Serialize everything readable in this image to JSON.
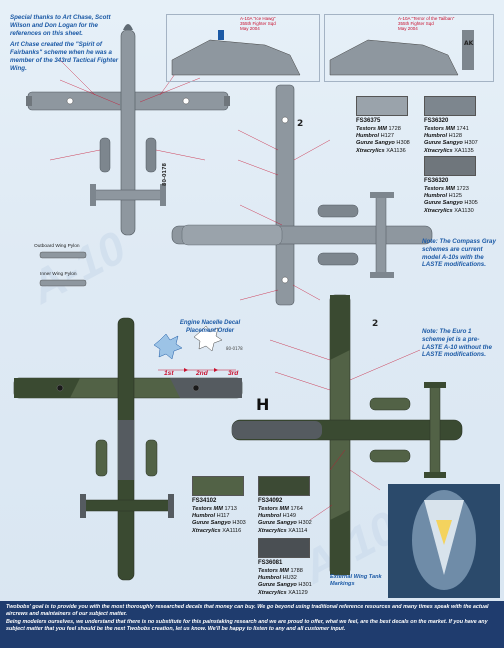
{
  "colors": {
    "compass_gray_light": "#8e979f",
    "compass_gray_dark": "#606b74",
    "euro1_green_dark": "#3a4a31",
    "euro1_green_mid": "#526246",
    "euro1_gray": "#555b60",
    "footer_bg": "#1f3c6e",
    "note_blue": "#1c5aa6",
    "callout_red": "#c8102e"
  },
  "intro": {
    "thanks": "Special thanks to Art Chase, Scott Wilson and Don Logan for the references on this sheet.",
    "spirit": "Art Chase created the \"Spirit of Fairbanks\" scheme when he was a member of the 343rd Tactical Fighter Wing."
  },
  "insets": [
    {
      "title": "A-10A \"Ice Hawg\"",
      "unit": "355th Fighter Sqd",
      "date": "May 2004"
    },
    {
      "title": "A-10A \"Terror of the Tailban\"",
      "unit": "355th Fighter Sqd",
      "date": "May 2004"
    }
  ],
  "swatches_top": [
    {
      "fs": "FS36375",
      "chip": "#9aa3ab",
      "testors": "1728",
      "humbrol": "H127",
      "gunze": "H308",
      "xtracrylics": "XA1136"
    },
    {
      "fs": "FS36320",
      "chip": "#7d868e",
      "testors": "1741",
      "humbrol": "H128",
      "gunze": "H307",
      "xtracrylics": "XA1135"
    },
    {
      "fs": "FS36320",
      "chip": "#6f767c",
      "testors": "1723",
      "humbrol": "H125",
      "gunze": "H305",
      "xtracrylics": "XA1130"
    }
  ],
  "swatches_bottom": [
    {
      "fs": "FS34102",
      "chip": "#526246",
      "testors": "1713",
      "humbrol": "H117",
      "gunze": "H303",
      "xtracrylics": "XA1116"
    },
    {
      "fs": "FS34092",
      "chip": "#3c4a34",
      "testors": "1764",
      "humbrol": "H149",
      "gunze": "H302",
      "xtracrylics": "XA1114"
    },
    {
      "fs": "FS36081",
      "chip": "#4a4f53",
      "testors": "1788",
      "humbrol": "HU32",
      "gunze": "H301",
      "xtracrylics": "XA1129"
    }
  ],
  "paint_labels": {
    "testors": "Testors MM",
    "humbrol": "Humbrol",
    "gunze": "Gunze Sangyo",
    "xtracrylics": "Xtracrylics"
  },
  "notes": {
    "compass": "Note: The Compass Gray schemes are current model A-10s with the LASTE modifications.",
    "euro": "Note: The Euro 1 scheme jet is a pre-LASTE A-10 without the LASTE modifications."
  },
  "nacelle": {
    "title": "Engine Nacelle Decal Placement Order",
    "steps": [
      "1st",
      "2nd",
      "3rd"
    ]
  },
  "captions": {
    "outboard_pylon": "Outboard Wing Pylon",
    "inner_pylon": "Inner Wing Pylon",
    "wing_tank": "External Wing Tank Markings"
  },
  "markings": {
    "tail_code": "AK",
    "serial": "80-0178",
    "side_number_1": "2",
    "side_number_2": "2",
    "euro_letter": "H"
  },
  "footer": {
    "p1": "Twobobs' goal is to provide you with the most thoroughly researched decals that money can buy.  We go beyond using traditional reference resources and many times speak with the actual aircrews and maintainers of our subject matter.",
    "p2": "Being modelers ourselves, we understand that there is no substitute for this painstaking research and we are proud to offer, what we feel, are the best decals on the market.  If you have any subject matter that you feel should be the next Twobobs creation, let us know.  We'll be happy to listen to any and all customer input."
  }
}
